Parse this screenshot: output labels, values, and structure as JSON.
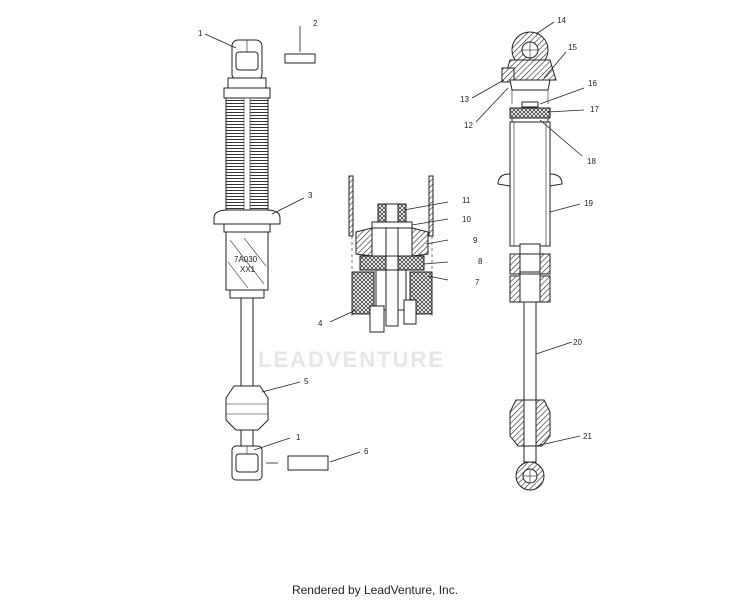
{
  "watermark": "LEADVENTURE",
  "footer": "Rendered by LeadVenture, Inc.",
  "shock_label": {
    "line1": "7A030",
    "line2": "XX1"
  },
  "callouts": {
    "c1a": "1",
    "c2": "2",
    "c3": "3",
    "c4": "4",
    "c5": "5",
    "c1b": "1",
    "c6": "6",
    "c7": "7",
    "c8": "8",
    "c9": "9",
    "c10": "10",
    "c11": "11",
    "c12": "12",
    "c13": "13",
    "c14": "14",
    "c15": "15",
    "c16": "16",
    "c17": "17",
    "c18": "18",
    "c19": "19",
    "c20": "20",
    "c21": "21"
  }
}
